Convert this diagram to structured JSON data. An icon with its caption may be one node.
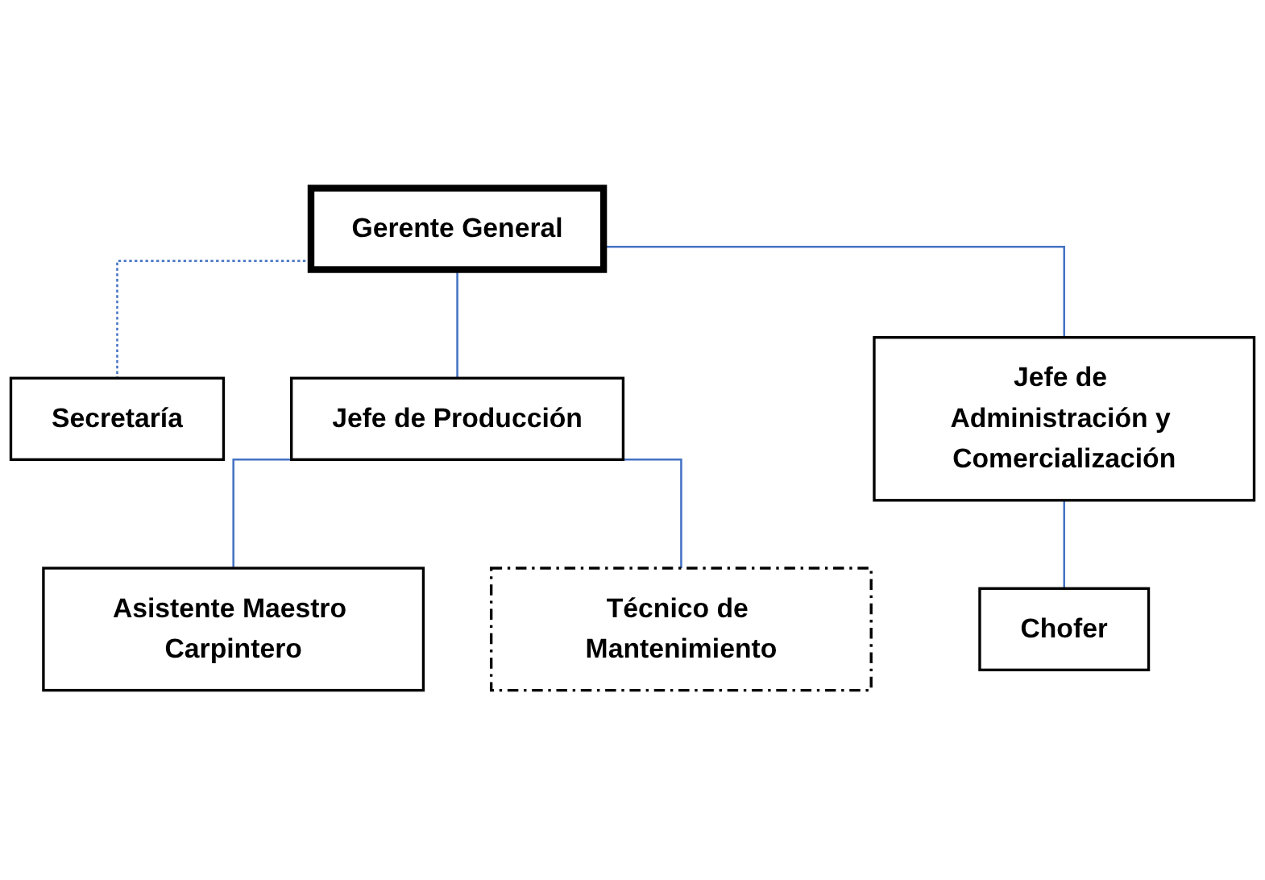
{
  "diagram": {
    "nodes": [
      {
        "text": [
          "Gerente General"
        ]
      },
      {
        "text": [
          "Secretaría"
        ]
      },
      {
        "text": [
          "Jefe de Producción"
        ]
      },
      {
        "text": [
          "Jefe de Administración y Comercialización"
        ]
      },
      {
        "text": [
          "Chofer"
        ]
      },
      {
        "text": [
          "Asistente Maestro Carpintero"
        ]
      },
      {
        "text": [
          "Técnico de Mantenimiento"
        ]
      }
    ],
    "edges": [
      {
        "from": 0,
        "to": 1,
        "arrow": "none",
        "style": "dashed"
      },
      {
        "from": 0,
        "to": 2,
        "arrow": "none"
      },
      {
        "from": 0,
        "to": 3,
        "arrow": "none"
      },
      {
        "from": 3,
        "to": 4,
        "arrow": "none"
      },
      {
        "from": 2,
        "to": 5,
        "arrow": "none"
      },
      {
        "from": 2,
        "to": 6,
        "arrow": "none"
      }
    ]
  }
}
